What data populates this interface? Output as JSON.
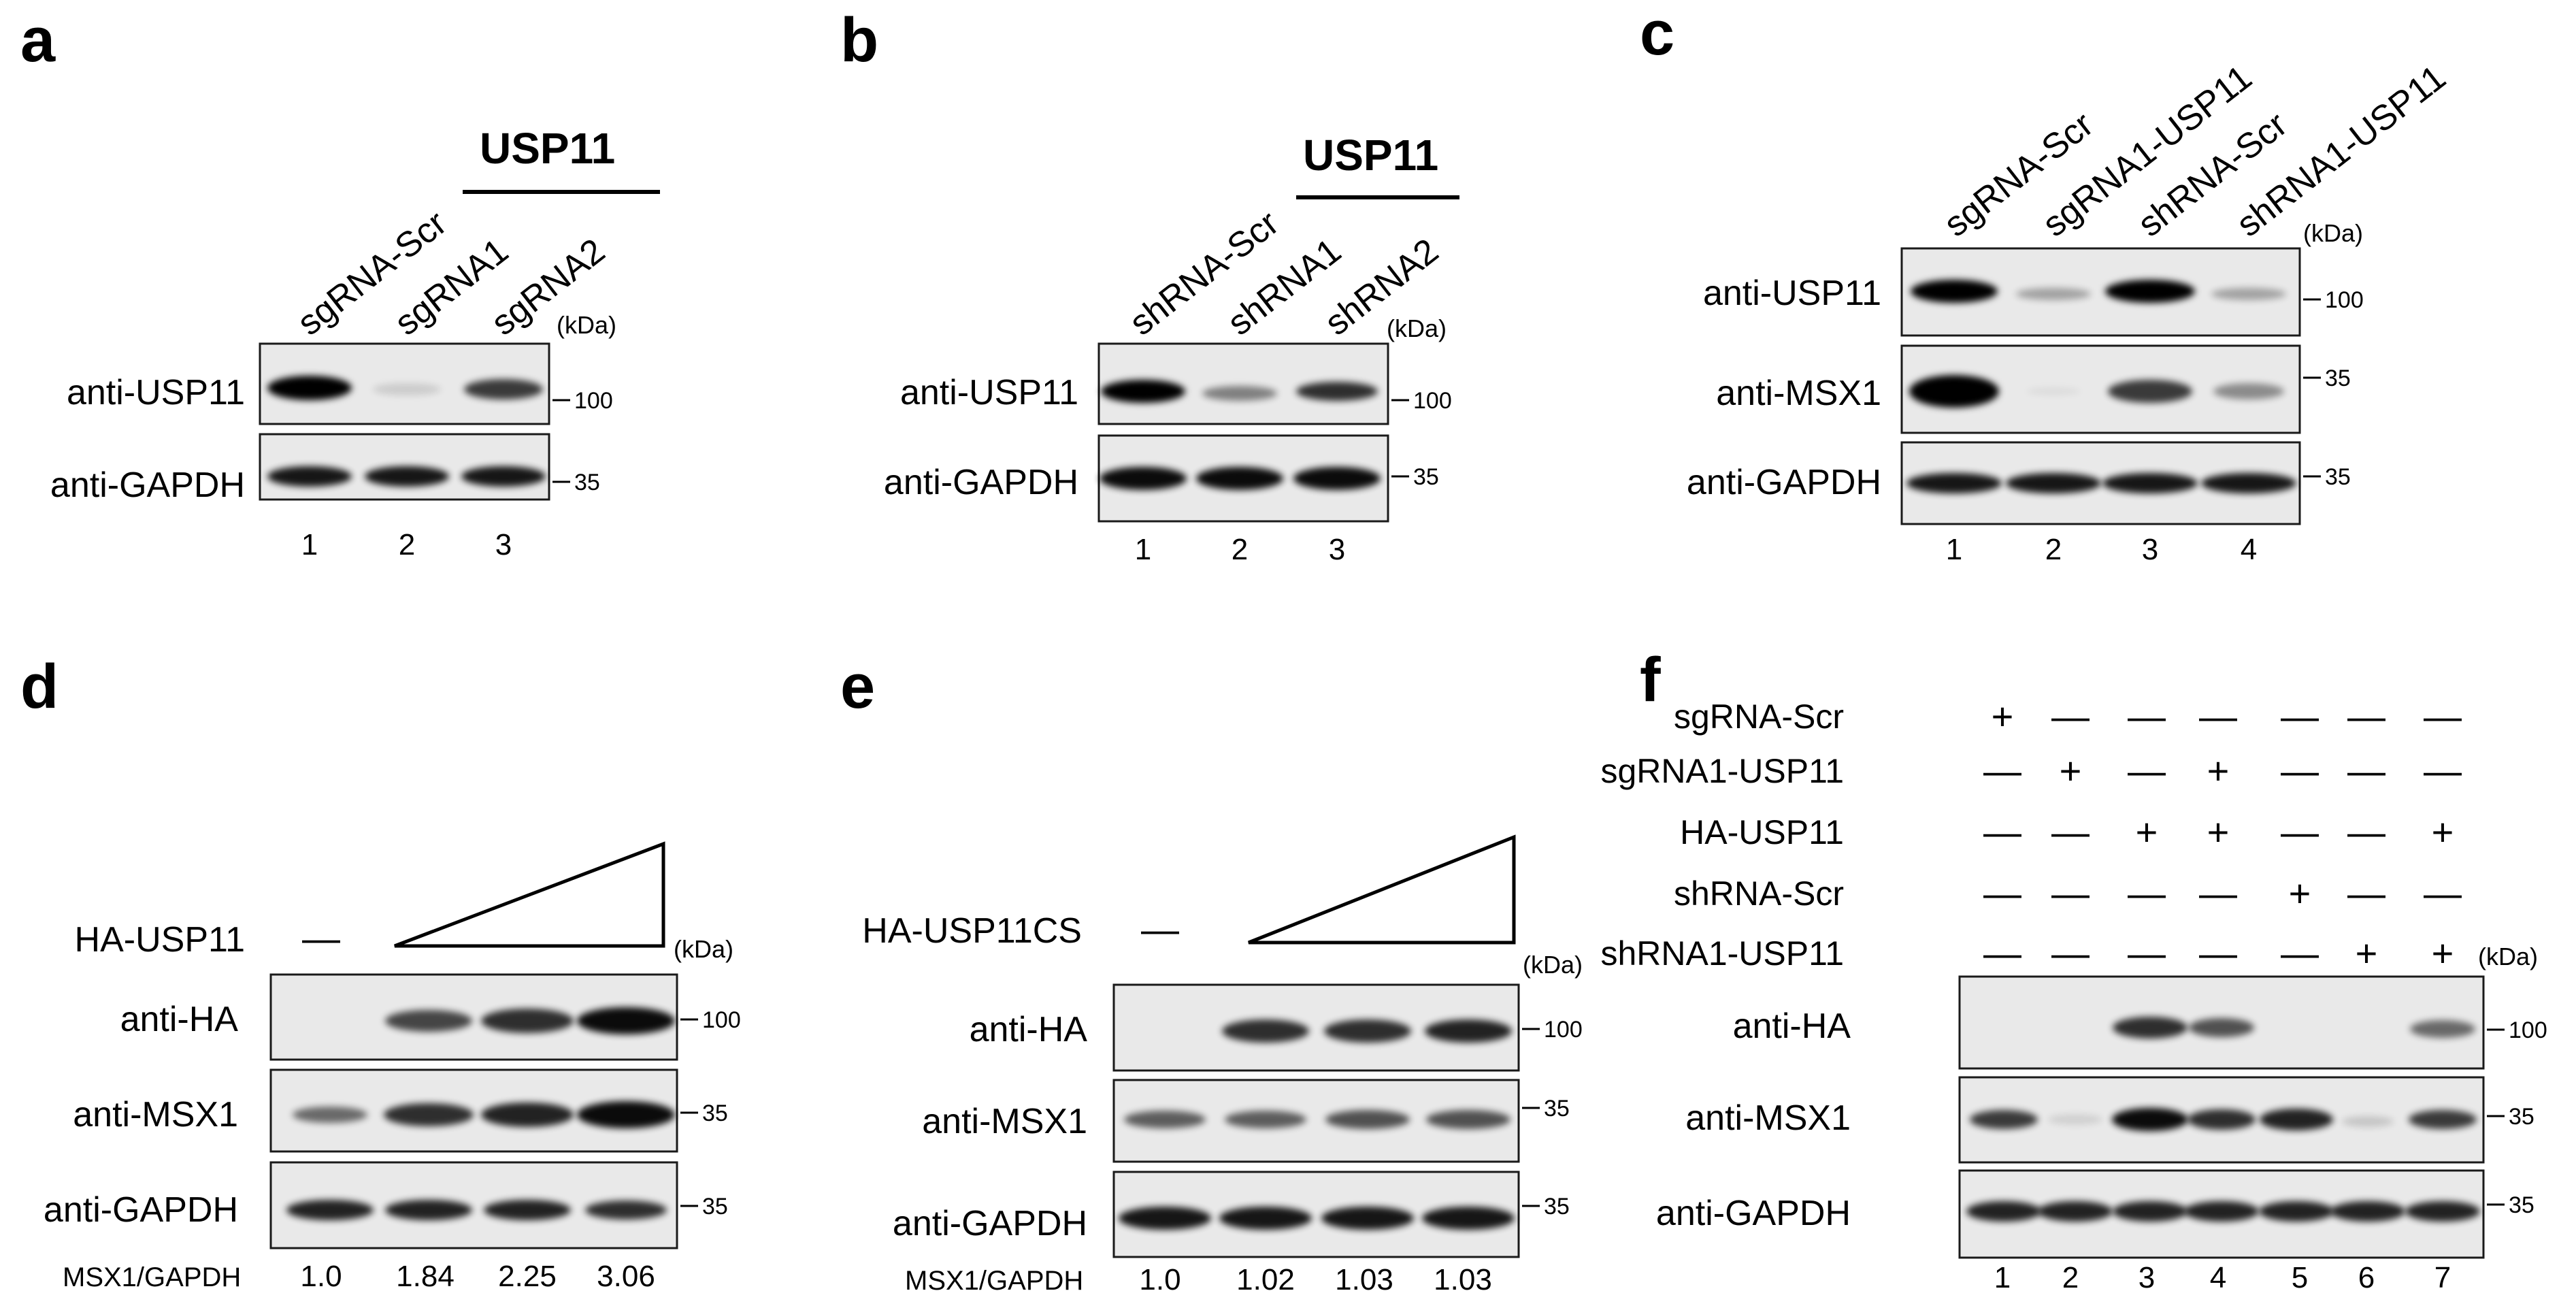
{
  "panels": {
    "a": {
      "letter": "a",
      "gene": "USP11",
      "lanes": [
        "sgRNA-Scr",
        "sgRNA1",
        "sgRNA2"
      ],
      "kda": "(kDa)",
      "rows": [
        {
          "label": "anti-USP11",
          "mw": "100",
          "bands": [
            1.0,
            0.12,
            0.75
          ]
        },
        {
          "label": "anti-GAPDH",
          "mw": "35",
          "bands": [
            0.9,
            0.9,
            0.9
          ]
        }
      ],
      "numbers": [
        "1",
        "2",
        "3"
      ]
    },
    "b": {
      "letter": "b",
      "gene": "USP11",
      "lanes": [
        "shRNA-Scr",
        "shRNA1",
        "shRNA2"
      ],
      "kda": "(kDa)",
      "rows": [
        {
          "label": "anti-USP11",
          "mw": "100",
          "bands": [
            1.0,
            0.45,
            0.8
          ]
        },
        {
          "label": "anti-GAPDH",
          "mw": "35",
          "bands": [
            0.95,
            0.95,
            0.95
          ]
        }
      ],
      "numbers": [
        "1",
        "2",
        "3"
      ]
    },
    "c": {
      "letter": "c",
      "lanes": [
        "sgRNA-Scr",
        "sgRNA1-USP11",
        "shRNA-Scr",
        "shRNA1-USP11"
      ],
      "kda": "(kDa)",
      "rows": [
        {
          "label": "anti-USP11",
          "mw": "100",
          "bands": [
            1.0,
            0.3,
            1.0,
            0.3
          ]
        },
        {
          "label": "anti-MSX1",
          "mw": "35",
          "bands": [
            1.0,
            0.05,
            0.75,
            0.4
          ]
        },
        {
          "label": "anti-GAPDH",
          "mw": "35",
          "bands": [
            0.9,
            0.9,
            0.9,
            0.9
          ]
        }
      ],
      "numbers": [
        "1",
        "2",
        "3",
        "4"
      ]
    },
    "d": {
      "letter": "d",
      "treatment": "HA-USP11",
      "minus": "—",
      "kda": "(kDa)",
      "rows": [
        {
          "label": "anti-HA",
          "mw": "100",
          "bands": [
            0.0,
            0.7,
            0.8,
            0.95
          ]
        },
        {
          "label": "anti-MSX1",
          "mw": "35",
          "bands": [
            0.55,
            0.8,
            0.85,
            0.95
          ]
        },
        {
          "label": "anti-GAPDH",
          "mw": "35",
          "bands": [
            0.85,
            0.85,
            0.85,
            0.8
          ]
        }
      ],
      "ratio_label": "MSX1/GAPDH",
      "ratios": [
        "1.0",
        "1.84",
        "2.25",
        "3.06"
      ]
    },
    "e": {
      "letter": "e",
      "treatment": "HA-USP11CS",
      "minus": "—",
      "kda": "(kDa)",
      "rows": [
        {
          "label": "anti-HA",
          "mw": "100",
          "bands": [
            0.0,
            0.8,
            0.8,
            0.85
          ]
        },
        {
          "label": "anti-MSX1",
          "mw": "35",
          "bands": [
            0.6,
            0.6,
            0.65,
            0.65
          ]
        },
        {
          "label": "anti-GAPDH",
          "mw": "35",
          "bands": [
            0.9,
            0.9,
            0.9,
            0.9
          ]
        }
      ],
      "ratio_label": "MSX1/GAPDH",
      "ratios": [
        "1.0",
        "1.02",
        "1.03",
        "1.03"
      ]
    },
    "f": {
      "letter": "f",
      "conditions": [
        {
          "label": "sgRNA-Scr",
          "signs": [
            "+",
            "—",
            "—",
            "—",
            "—",
            "—",
            "—"
          ]
        },
        {
          "label": "sgRNA1-USP11",
          "signs": [
            "—",
            "+",
            "—",
            "+",
            "—",
            "—",
            "—"
          ]
        },
        {
          "label": "HA-USP11",
          "signs": [
            "—",
            "—",
            "+",
            "+",
            "—",
            "—",
            "+"
          ]
        },
        {
          "label": "shRNA-Scr",
          "signs": [
            "—",
            "—",
            "—",
            "—",
            "+",
            "—",
            "—"
          ]
        },
        {
          "label": "shRNA1-USP11",
          "signs": [
            "—",
            "—",
            "—",
            "—",
            "—",
            "+",
            "+"
          ]
        }
      ],
      "kda": "(kDa)",
      "rows": [
        {
          "label": "anti-HA",
          "mw": "100",
          "bands": [
            0.0,
            0.0,
            0.8,
            0.65,
            0.0,
            0.0,
            0.55
          ]
        },
        {
          "label": "anti-MSX1",
          "mw": "35",
          "bands": [
            0.75,
            0.1,
            0.95,
            0.8,
            0.85,
            0.15,
            0.75
          ]
        },
        {
          "label": "anti-GAPDH",
          "mw": "35",
          "bands": [
            0.85,
            0.85,
            0.85,
            0.85,
            0.85,
            0.85,
            0.85
          ]
        }
      ],
      "numbers": [
        "1",
        "2",
        "3",
        "4",
        "5",
        "6",
        "7"
      ]
    }
  }
}
